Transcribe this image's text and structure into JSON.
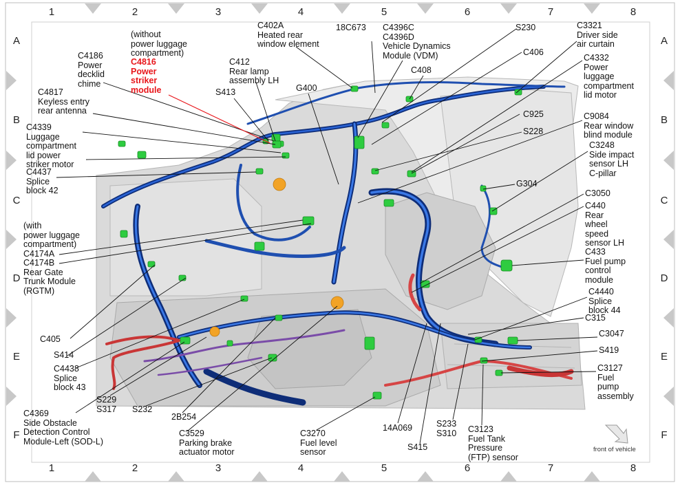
{
  "grid": {
    "columns": [
      "1",
      "2",
      "3",
      "4",
      "5",
      "6",
      "7",
      "8"
    ],
    "rows": [
      "A",
      "B",
      "C",
      "D",
      "E",
      "F"
    ]
  },
  "colors": {
    "harness": "#1f4fb0",
    "harness_dark": "#0e2d78",
    "connector": "#2ecc40",
    "fuel_line": "#d83a3a",
    "highlight": "#e8161b",
    "body_panel": "#d6d6d6"
  },
  "labels": {
    "c4186": [
      "C4186",
      "Power",
      "decklid",
      "chime"
    ],
    "c4817": [
      "C4817",
      "Keyless entry",
      "rear antenna"
    ],
    "c4339": [
      "C4339",
      "Luggage",
      "compartment",
      "lid power",
      "striker motor"
    ],
    "c4437": [
      "C4437",
      "Splice",
      "block 42"
    ],
    "c4174": [
      "(with",
      "power luggage",
      "compartment)",
      "C4174A",
      "C4174B",
      "Rear Gate",
      "Trunk Module",
      "(RGTM)"
    ],
    "c4816_note": [
      "(without",
      "power luggage",
      "compartment)"
    ],
    "c4816": [
      "C4816",
      "Power",
      "striker",
      "module"
    ],
    "s413": [
      "S413"
    ],
    "c412": [
      "C412",
      "Rear lamp",
      "assembly LH"
    ],
    "c402a": [
      "C402A",
      "Heated rear",
      "window element"
    ],
    "g400": [
      "G400"
    ],
    "c18c673": [
      "18C673"
    ],
    "c4396": [
      "C4396C",
      "C4396D",
      "Vehicle Dynamics",
      "Module (VDM)"
    ],
    "c408": [
      "C408"
    ],
    "s230": [
      "S230"
    ],
    "c406": [
      "C406"
    ],
    "c3321": [
      "C3321",
      "Driver side",
      "air curtain"
    ],
    "c4332": [
      "C4332",
      "Power",
      "luggage",
      "compartment",
      "lid motor"
    ],
    "c925": [
      "C925"
    ],
    "s228": [
      "S228"
    ],
    "c9084": [
      "C9084",
      "Rear window",
      "blind module"
    ],
    "c3248": [
      "C3248",
      "Side impact",
      "sensor LH",
      "C-pillar"
    ],
    "g304": [
      "G304"
    ],
    "c3050": [
      "C3050"
    ],
    "c440": [
      "C440",
      "Rear",
      "wheel",
      "speed",
      "sensor LH"
    ],
    "c433": [
      "C433",
      "Fuel pump",
      "control",
      "module"
    ],
    "c4440": [
      "C4440",
      "Splice",
      "block 44"
    ],
    "c315": [
      "C315"
    ],
    "c3047": [
      "C3047"
    ],
    "s419": [
      "S419"
    ],
    "c3127": [
      "C3127",
      "Fuel",
      "pump",
      "assembly"
    ],
    "c405": [
      "C405"
    ],
    "s414": [
      "S414"
    ],
    "c4438": [
      "C4438",
      "Splice",
      "block 43"
    ],
    "s229": [
      "S229",
      "S317"
    ],
    "c4369": [
      "C4369",
      "Side Obstacle",
      "Detection Control",
      "Module-Left (SOD-L)"
    ],
    "s232": [
      "S232"
    ],
    "b2254": [
      "2B254"
    ],
    "c3529": [
      "C3529",
      "Parking brake",
      "actuator motor"
    ],
    "c3270": [
      "C3270",
      "Fuel level",
      "sensor"
    ],
    "c14a069": [
      "14A069"
    ],
    "s415": [
      "S415"
    ],
    "s233": [
      "S233",
      "S310"
    ],
    "c3123": [
      "C3123",
      "Fuel Tank",
      "Pressure",
      "(FTP) sensor"
    ]
  },
  "front_of_vehicle": "front of vehicle"
}
